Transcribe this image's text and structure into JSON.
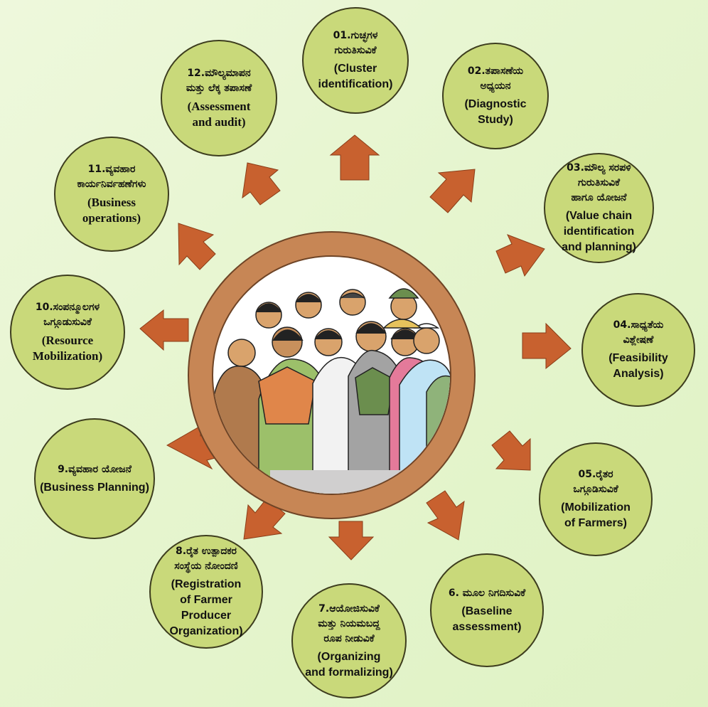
{
  "colors": {
    "node_fill": "#c9d97a",
    "arrow_fill": "#c8612f",
    "hub_ring": "#c78655"
  },
  "hub_image": "group of farmers illustration",
  "nodes": [
    {
      "kn": "01.ಗುಚ್ಛಗಳ\nಗುರುತಿಸುವಿಕೆ",
      "en": "(Cluster\nidentification)"
    },
    {
      "kn": "02.ತಪಾಸಣೆಯ\nಅಧ್ಯಯನ",
      "en": "(Diagnostic\nStudy)"
    },
    {
      "kn": "03.ಮೌಲ್ಯ ಸರಪಳಿ\nಗುರುತಿಸುವಿಕೆ\nಹಾಗೂ ಯೋಜನೆ",
      "en": "(Value chain\nidentification\nand planning)"
    },
    {
      "kn": "04.ಸಾಧ್ಯತೆಯ\nವಿಶ್ಲೇಷಣೆ",
      "en": "(Feasibility\nAnalysis)"
    },
    {
      "kn": "05.ರೈತರ\nಒಗ್ಗೂಡಿಸುವಿಕೆ",
      "en": "(Mobilization\nof Farmers)"
    },
    {
      "kn": "6. ಮೂಲ ನಿಗದಿಸುವಿಕೆ",
      "en": "(Baseline\nassessment)"
    },
    {
      "kn": "7.ಆಯೋಜಿಸುವಿಕೆ\nಮತ್ತು ನಿಯಮಬದ್ದ\nರೂಪ ನೀಡುವಿಕೆ",
      "en": "(Organizing\nand formalizing)"
    },
    {
      "kn": "8.ರೈತ ಉತ್ಪಾದಕರ\nಸಂಸ್ಥೆಯ ನೋಂದಣಿ",
      "en": "(Registration\nof Farmer\nProducer\nOrganization)"
    },
    {
      "kn": "9.ವ್ಯವಹಾರ ಯೋಜನೆ",
      "en": "(Business Planning)"
    },
    {
      "kn": "10.ಸಂಪನ್ಮೂಲಗಳ\nಒಗ್ಗೂಡುಸುವಿಕೆ",
      "en": "(Resource\nMobilization)"
    },
    {
      "kn": "11.ವ್ಯವಹಾರ\nಕಾರ್ಯನಿರ್ವಹಣೆಗಳು",
      "en": "(Business\noperations)"
    },
    {
      "kn": "12.ಮೌಲ್ಯಮಾಪನ\nಮತ್ತು ಲೆಕ್ಕ ತಪಾಸಣೆ",
      "en": "(Assessment\nand audit)"
    }
  ]
}
